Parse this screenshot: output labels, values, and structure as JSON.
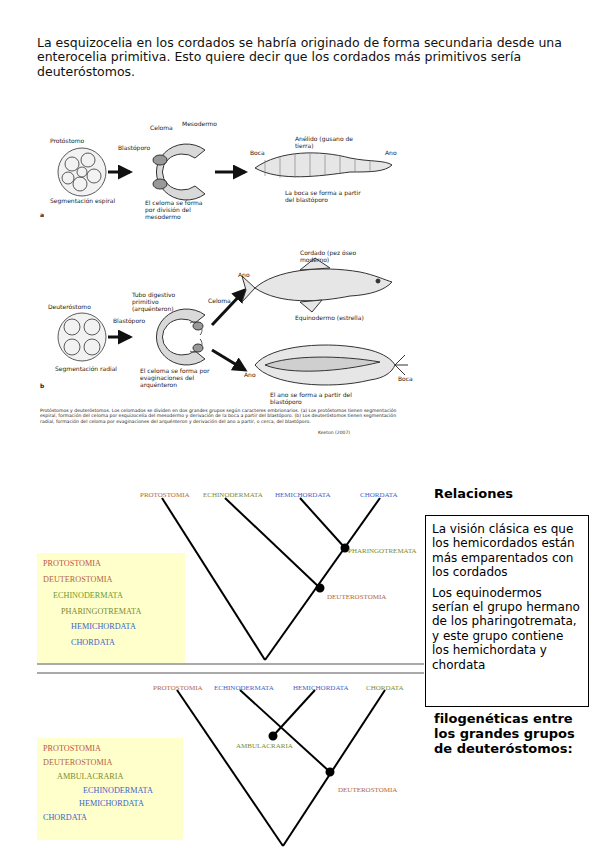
{
  "diagram": {
    "caption": "Protóstomos y deuteróstomos. Los celomados se dividen en dos grandes grupos según caracteres embrionarios. (a) Los protóstomos tienen segmentación espiral, formación del celoma por esquizocelia del mesodermo y derivación de la boca a partir del blastóporo. (b) Los deuteróstomos tienen segmentación radial, formación del celoma por evaginaciones del arquénteron y derivación del ano a partir, o cerca, del blastóporo.",
    "nodes": [
      {
        "text": [
          "PROTOSTOMIA",
          "DEUTEROSTOMIA",
          "ECHINODERMATA",
          "PHARINGOTREMATA",
          "HEMICHORDATA",
          "CHORDATA"
        ]
      },
      {
        "text": [
          "La visión clásica es que los hemicordados están más emparentados con los cordados",
          "Los equinodermos serían el grupo hermano de los pharingotremata, y este grupo contiene los hemichordata y chordata"
        ]
      },
      {
        "text": [
          "PROTOSTOMIA",
          "DEUTEROSTOMIA",
          "AMBULACRARIA",
          "ECHINODERMATA",
          "HEMICHORDATA",
          "CHORDATA"
        ]
      }
    ],
    "labels": [
      "La esquizocelia en los cordados se habría originado de forma secundaria desde una enterocelia primitiva. Esto quiere decir que los cordados más primitivos sería deuteróstomos.",
      "Protóstomo",
      "Celoma",
      "Mesodermo",
      "Blastóporo",
      "Segmentación espiral",
      "El celoma se forma por división del mesodermo",
      "Boca",
      "Anélido (gusano de tierra)",
      "Ano",
      "La boca se forma a partir del blastóporo",
      "a",
      "Cordado (pez óseo moderno)",
      "Deuteróstomo",
      "Tubo digestivo primitivo (arquénteron)",
      "Celoma",
      "Blastóporo",
      "Ano",
      "Equinodermo (estrella)",
      "Boca",
      "Segmentación radial",
      "El celoma se forma por evaginaciones del arquénteron",
      "Ano",
      "El ano se forma a partir del blastóporo",
      "b",
      "Keeton (2007)",
      "PROTOSTOMIA",
      "ECHINODERMATA",
      "HEMICHORDATA",
      "CHORDATA",
      "PHARINGOTREMATA",
      "DEUTEROSTOMIA",
      "Relaciones",
      "PROTOSTOMIA",
      "ECHINODERMATA",
      "HEMICHORDATA",
      "CHORDATA",
      "AMBULACRARIA",
      "DEUTEROSTOMIA",
      "filogenéticas entre los grandes grupos de deuteróstomos:"
    ]
  }
}
